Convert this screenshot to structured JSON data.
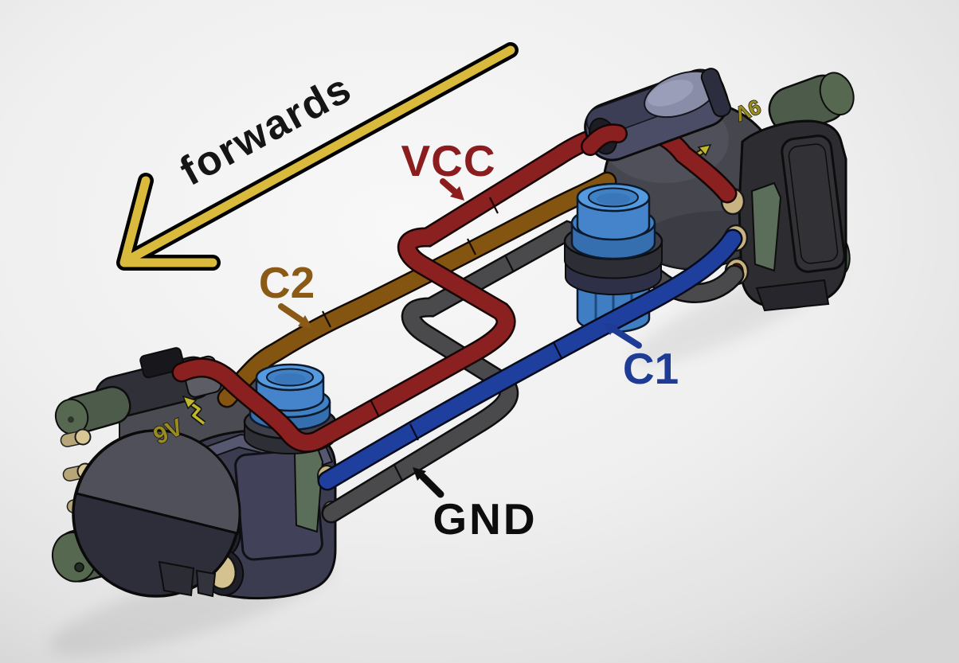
{
  "scene": {
    "annotations": {
      "direction_label": {
        "text": "forwards",
        "color": "#151515"
      },
      "vcc": {
        "text": "VCC",
        "color": "#8b1d1f"
      },
      "c2": {
        "text": "C2",
        "color": "#8a5a16"
      },
      "c1": {
        "text": "C1",
        "color": "#1e3c96"
      },
      "gnd": {
        "text": "GND",
        "color": "#0d0d0d"
      }
    },
    "direction_arrow": {
      "fill": "#d9ba3c",
      "outline": "#000000"
    },
    "motor_marking": {
      "text": "9V",
      "color": "#9a8c1e"
    },
    "wires": {
      "vcc": {
        "name": "VCC",
        "color": "#8a2020"
      },
      "c2": {
        "name": "C2",
        "color": "#845411"
      },
      "c1": {
        "name": "C1",
        "color": "#1f3f9e"
      },
      "gnd": {
        "name": "GND",
        "color": "#4a4a4c"
      }
    },
    "parts": {
      "capacitor_color": "#4584ca",
      "motor_body_color": "#46464e",
      "panel_color": "#2c2c31",
      "contact_color": "#d4c391",
      "housing_color": "#4b4d66",
      "endbell_color": "#4d5c4a"
    }
  }
}
